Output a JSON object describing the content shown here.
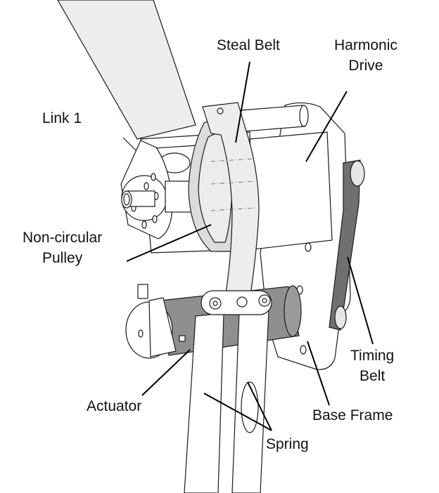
{
  "figure": {
    "title": "Mechanism assembly with labeled components",
    "colors": {
      "background": "#ffffff",
      "outline": "#1a1a1a",
      "part_light": "#ffffff",
      "link_shade": "#f1efee",
      "belt_shade": "#e6e4e3",
      "actuator_shade": "#8f8f8f",
      "timing_belt": "#707070",
      "leader_line": "#000000"
    }
  },
  "labels": {
    "steal_belt": "Steal Belt",
    "harmonic_drive_line1": "Harmonic",
    "harmonic_drive_line2": "Drive",
    "link1": "Link 1",
    "pulley_line1": "Non-circular",
    "pulley_line2": "Pulley",
    "timing_belt_line1": "Timing",
    "timing_belt_line2": "Belt",
    "actuator": "Actuator",
    "base_frame": "Base Frame",
    "spring": "Spring"
  },
  "parts": [
    {
      "id": "link-1",
      "name": "Link 1"
    },
    {
      "id": "steal-belt",
      "name": "Steal Belt"
    },
    {
      "id": "harmonic-drive",
      "name": "Harmonic Drive"
    },
    {
      "id": "non-circular-pulley",
      "name": "Non-circular Pulley"
    },
    {
      "id": "timing-belt",
      "name": "Timing Belt"
    },
    {
      "id": "actuator",
      "name": "Actuator"
    },
    {
      "id": "base-frame",
      "name": "Base Frame"
    },
    {
      "id": "spring",
      "name": "Spring"
    }
  ]
}
